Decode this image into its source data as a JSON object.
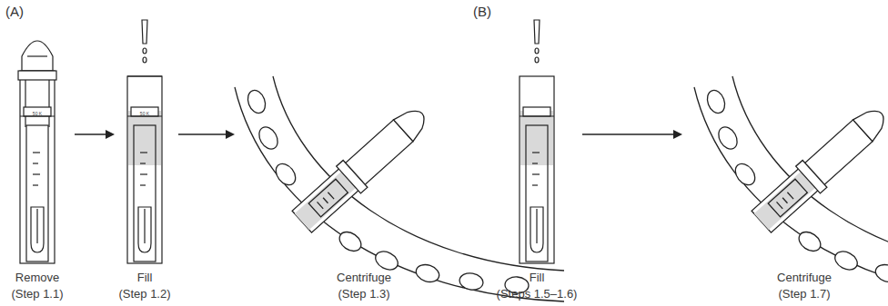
{
  "diagram": {
    "labels": [
      "(A)",
      "(B)",
      "Remove",
      "(Step 1.1)",
      "Fill",
      "(Step 1.2)",
      "Centrifuge",
      "(Step 1.3)",
      "Fill",
      "(Steps 1.5–1.6)",
      "Centrifuge",
      "(Step 1.7)",
      "50 K",
      "50 K"
    ]
  }
}
